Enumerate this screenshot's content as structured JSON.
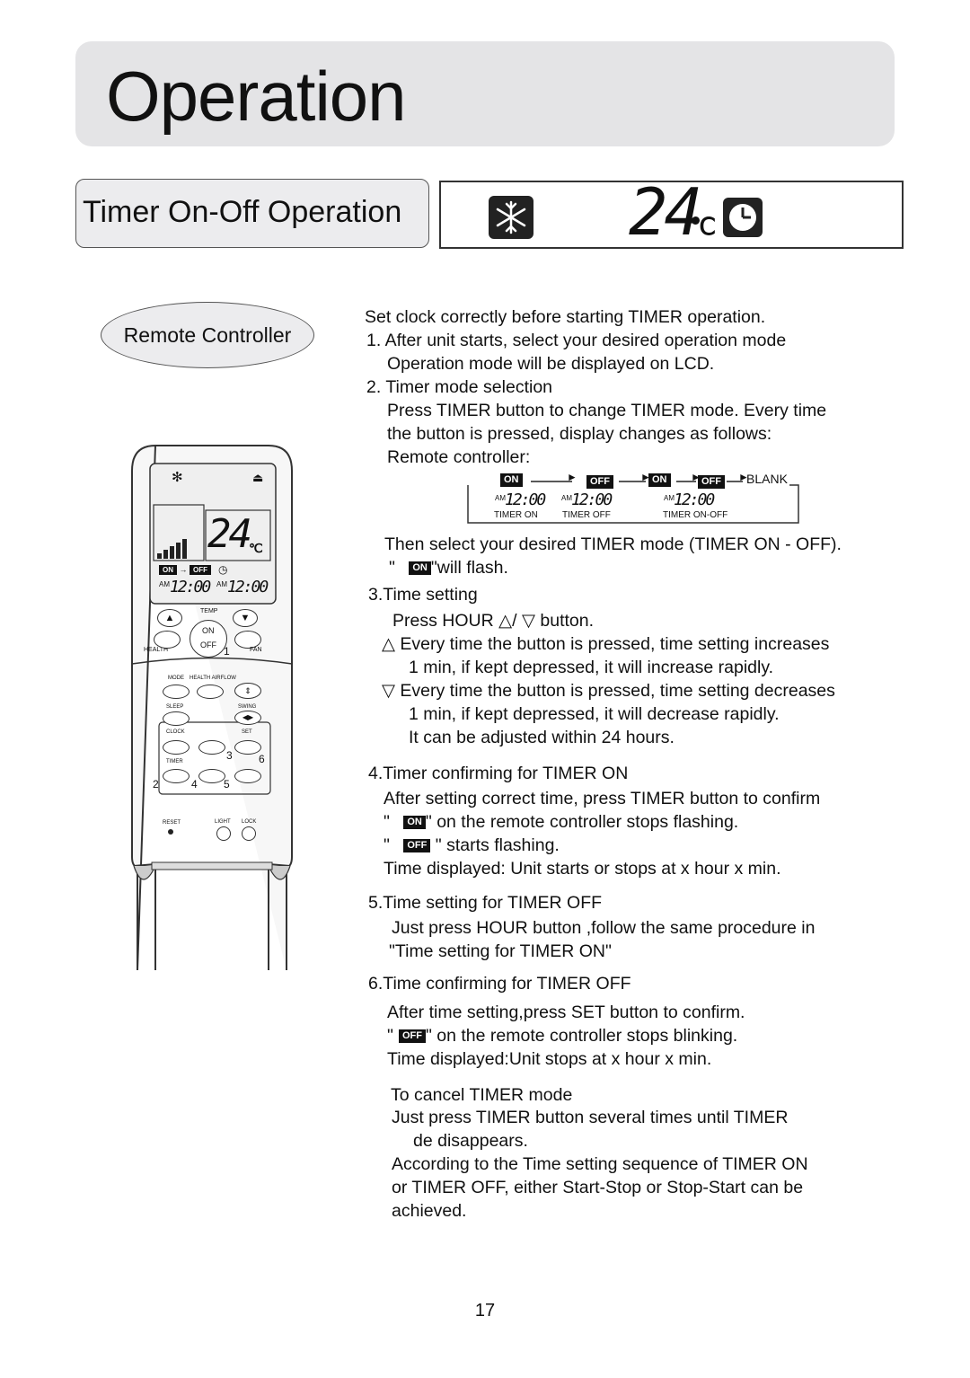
{
  "header": {
    "title": "Operation"
  },
  "section": {
    "title": "Timer On-Off Operation"
  },
  "lcd": {
    "temp": "24",
    "unit": "℃"
  },
  "sidebar": {
    "label": "Remote Controller"
  },
  "remote": {
    "on_badge": "ON",
    "off_badge": "OFF",
    "am": "AM",
    "time": "12:00",
    "temp": "24",
    "unit": "℃",
    "buttons": {
      "temp": "TEMP",
      "on": "ON",
      "off": "OFF",
      "health": "HEALTH",
      "fan": "FAN",
      "mode": "MODE",
      "health_airflow": "HEALTH AIRFLOW",
      "sleep": "SLEEP",
      "swing": "SWING",
      "clock": "CLOCK",
      "set": "SET",
      "timer": "TIMER",
      "reset": "RESET",
      "light": "LIGHT",
      "lock": "LOCK"
    },
    "markers": [
      "1",
      "2",
      "3",
      "4",
      "5",
      "6"
    ]
  },
  "intro": "Set clock correctly before starting TIMER operation.",
  "step1": {
    "title": "1. After unit starts, select your desired operation mode",
    "line": "Operation mode will be displayed on LCD."
  },
  "step2": {
    "title": "2. Timer mode selection",
    "lines": [
      "Press TIMER button to change TIMER mode. Every time",
      "the button is pressed, display changes as follows:",
      "Remote controller:"
    ],
    "diagram": {
      "on": "ON",
      "off": "OFF",
      "blank": "BLANK",
      "am": "AM",
      "time": "12:00",
      "labels": [
        "TIMER ON",
        "TIMER OFF",
        "TIMER ON-OFF"
      ]
    },
    "after": "Then select your desired TIMER mode (TIMER ON - OFF).",
    "flash_badge": "ON",
    "flash_text": "\"will flash.",
    "quote": "\""
  },
  "step3": {
    "title": "3.Time setting",
    "press_pre": "Press HOUR",
    "press_slash": "/",
    "press_post": "button.",
    "inc1": "Every time the button is pressed, time setting increases",
    "inc2": "1 min, if kept depressed, it will increase rapidly.",
    "dec1": "Every time the button is pressed, time setting decreases",
    "dec2": "1 min, if kept depressed, it will decrease rapidly.",
    "note": "It can be adjusted within 24 hours."
  },
  "step4": {
    "title": "4.Timer confirming for TIMER ON",
    "line1": "After setting correct time, press TIMER button to confirm",
    "on_badge": "ON",
    "line2": "\" on the remote controller stops flashing.",
    "off_badge": "OFF",
    "line3": "\" starts flashing.",
    "line4": "Time displayed: Unit starts or stops at x hour x min.",
    "quote": "\""
  },
  "step5": {
    "title": "5.Time setting for TIMER OFF",
    "line1": "Just press HOUR button ,follow the same procedure in",
    "line2": "\"Time setting for TIMER ON\""
  },
  "step6": {
    "title": "6.Time confirming for TIMER OFF",
    "line1": "After time setting,press SET button to confirm.",
    "off_badge": "OFF",
    "line2": "\" on the remote controller stops blinking.",
    "line3": "Time displayed:Unit stops at x hour x min.",
    "quote": "\""
  },
  "cancel": {
    "title": "To cancel TIMER mode",
    "lines": [
      "Just press TIMER button several times until TIMER",
      "de disappears.",
      "According to the Time setting sequence of TIMER ON",
      "or TIMER OFF, either Start-Stop or Stop-Start can be",
      "achieved."
    ]
  },
  "page_number": "17"
}
